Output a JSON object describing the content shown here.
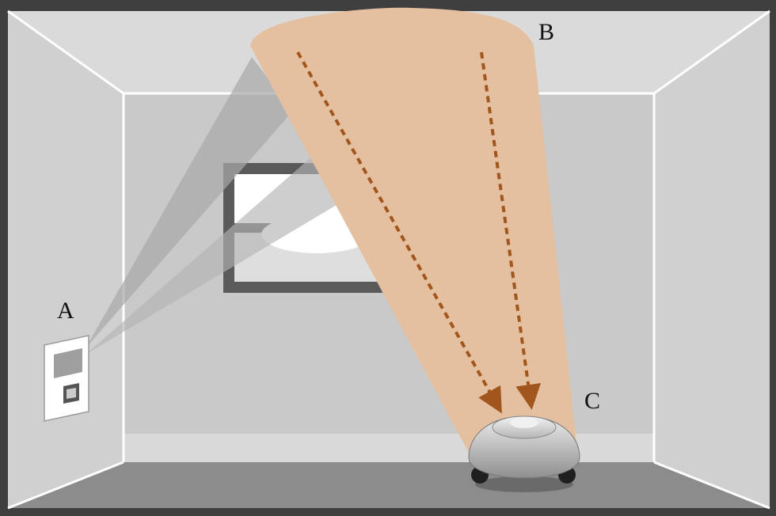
{
  "labels": {
    "a": "A",
    "b": "B",
    "c": "C"
  },
  "colors": {
    "frame": "#3f3f3f",
    "back_wall": "#c9c9c9",
    "side_wall": "#d2d2d2",
    "ceiling": "#dadada",
    "floor": "#8c8c8c",
    "edge_lines": "#ffffff",
    "beam_cone": "#e5c0a0",
    "arrows": "#a0561c",
    "ir_beam": "#a8a8a8",
    "window_frame": "#5a5a5a",
    "robot": "#c4c4c4"
  },
  "icons": {
    "sensor": "wall-sensor-icon",
    "robot": "robot-vacuum-icon"
  }
}
